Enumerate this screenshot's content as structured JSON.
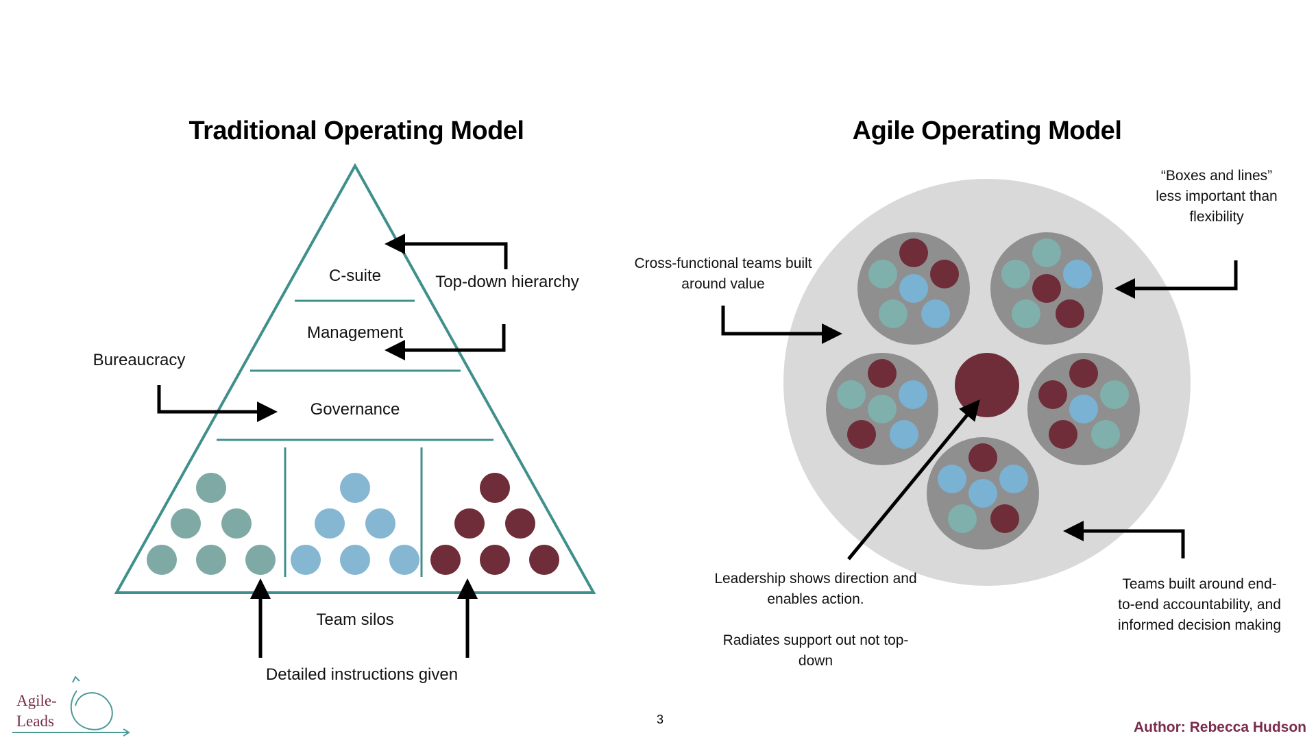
{
  "traditional": {
    "title": "Traditional Operating Model",
    "levels": [
      "C-suite",
      "Management",
      "Governance"
    ],
    "bottom_label": "Team silos",
    "callouts": {
      "top_down": "Top-down hierarchy",
      "bureaucracy": "Bureaucracy",
      "instructions": "Detailed instructions given"
    },
    "silo_colors": [
      "#7fa9a4",
      "#85b6d2",
      "#6e2d39"
    ]
  },
  "agile": {
    "title": "Agile Operating Model",
    "notes": {
      "cross_functional": "Cross-functional teams built around value",
      "boxes_lines": "“Boxes and lines” less important than flexibility",
      "leadership": "Leadership shows direction and enables action.",
      "radiates": "Radiates support out not top-down",
      "teams_built": "Teams built around end-to-end accountability, and informed decision making"
    },
    "colors": {
      "outer": "#d9d9d9",
      "team": "#8f8f8f",
      "maroon": "#6e2d39",
      "teal": "#7fb0ac",
      "blue": "#7ab2d3"
    }
  },
  "footer": {
    "logo_line1": "Agile-",
    "logo_line2": "Leads",
    "page_number": "3",
    "author": "Author: Rebecca Hudson"
  }
}
